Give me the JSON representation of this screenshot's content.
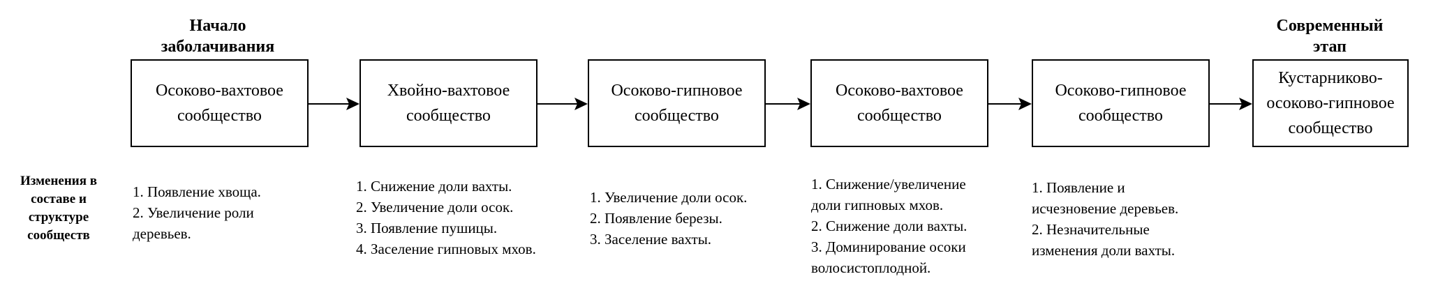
{
  "headers": {
    "start": "Начало заболачивания",
    "current": "Современный этап"
  },
  "side_label": "Изменения в составе и структуре сообществ",
  "stages": [
    {
      "label": "Осоково-вахтовое\nсообщество"
    },
    {
      "label": "Хвойно-вахтовое\nсообщество"
    },
    {
      "label": "Осоково-гипновое\nсообщество"
    },
    {
      "label": "Осоково-вахтовое\nсообщество"
    },
    {
      "label": "Осоково-гипновое\nсообщество"
    },
    {
      "label": "Кустарниково-\nосоково-гипновое\nсообщество"
    }
  ],
  "changes": [
    [
      "1. Появление хвоща.",
      "2. Увеличение роли",
      "деревьев."
    ],
    [
      "1. Снижение доли вахты.",
      "2. Увеличение доли осок.",
      "3. Появление пушицы.",
      "4. Заселение гипновых мхов."
    ],
    [
      "1. Увеличение доли осок.",
      "2. Появление березы.",
      "3. Заселение вахты."
    ],
    [
      "1. Снижение/увеличение",
      "доли гипновых мхов.",
      "2. Снижение доли вахты.",
      "3. Доминирование осоки",
      "волосистоплодной."
    ],
    [
      "1. Появление и",
      "исчезновение деревьев.",
      "2. Незначительные",
      "изменения доли вахты."
    ]
  ]
}
